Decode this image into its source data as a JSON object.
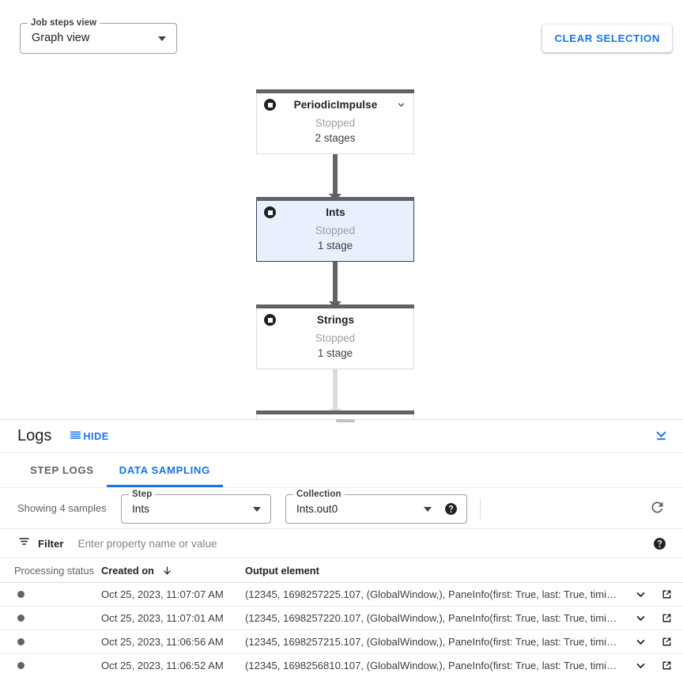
{
  "toolbar": {
    "job_steps_view": {
      "legend": "Job steps view",
      "value": "Graph view",
      "caret_icon": "chevron-down-icon"
    },
    "clear_selection_label": "CLEAR SELECTION"
  },
  "graph": {
    "nodes": [
      {
        "name": "PeriodicImpulse",
        "status": "Stopped",
        "stages": "2 stages",
        "selected": false,
        "has_chevron": true,
        "icon": "stop-circle-icon"
      },
      {
        "name": "Ints",
        "status": "Stopped",
        "stages": "1 stage",
        "selected": true,
        "has_chevron": false,
        "icon": "stop-circle-icon"
      },
      {
        "name": "Strings",
        "status": "Stopped",
        "stages": "1 stage",
        "selected": false,
        "has_chevron": false,
        "icon": "stop-circle-icon"
      }
    ]
  },
  "logs": {
    "title": "Logs",
    "hide_label": "HIDE",
    "hide_icon": "menu-lines-icon",
    "collapse_icon": "collapse-down-icon",
    "tabs": [
      {
        "label": "STEP LOGS",
        "active": false
      },
      {
        "label": "DATA SAMPLING",
        "active": true
      }
    ]
  },
  "sampling": {
    "showing_text": "Showing 4 samples",
    "step": {
      "legend": "Step",
      "value": "Ints",
      "caret_icon": "chevron-down-icon"
    },
    "collection": {
      "legend": "Collection",
      "value": "Ints.out0",
      "caret_icon": "chevron-down-icon",
      "help_icon": "help-circle-icon"
    },
    "refresh_icon": "refresh-icon"
  },
  "filter": {
    "label": "Filter",
    "icon": "filter-list-icon",
    "placeholder": "Enter property name or value",
    "value": "",
    "help_icon": "help-circle-icon"
  },
  "table": {
    "columns": [
      {
        "key": "status",
        "label": "Processing status",
        "sorted": false
      },
      {
        "key": "created",
        "label": "Created on",
        "sorted": true,
        "sort_icon": "arrow-down-icon"
      },
      {
        "key": "output",
        "label": "Output element",
        "sorted": false
      }
    ],
    "row_expand_icon": "chevron-down-icon",
    "row_open_icon": "open-in-new-icon",
    "rows": [
      {
        "status_dot": "●",
        "created": "Oct 25, 2023, 11:07:07 AM",
        "output": "(12345, 1698257225.107, (GlobalWindow,), PaneInfo(first: True, last: True, timing…"
      },
      {
        "status_dot": "●",
        "created": "Oct 25, 2023, 11:07:01 AM",
        "output": "(12345, 1698257220.107, (GlobalWindow,), PaneInfo(first: True, last: True, timing…"
      },
      {
        "status_dot": "●",
        "created": "Oct 25, 2023, 11:06:56 AM",
        "output": "(12345, 1698257215.107, (GlobalWindow,), PaneInfo(first: True, last: True, timing…"
      },
      {
        "status_dot": "●",
        "created": "Oct 25, 2023, 11:06:52 AM",
        "output": "(12345, 1698256810.107, (GlobalWindow,), PaneInfo(first: True, last: True, timing…"
      }
    ]
  },
  "colors": {
    "accent_blue": "#1a73e8",
    "node_bar": "#5f6368",
    "selected_node_bg": "#e8f0fe",
    "edge_light": "#dadce0"
  }
}
